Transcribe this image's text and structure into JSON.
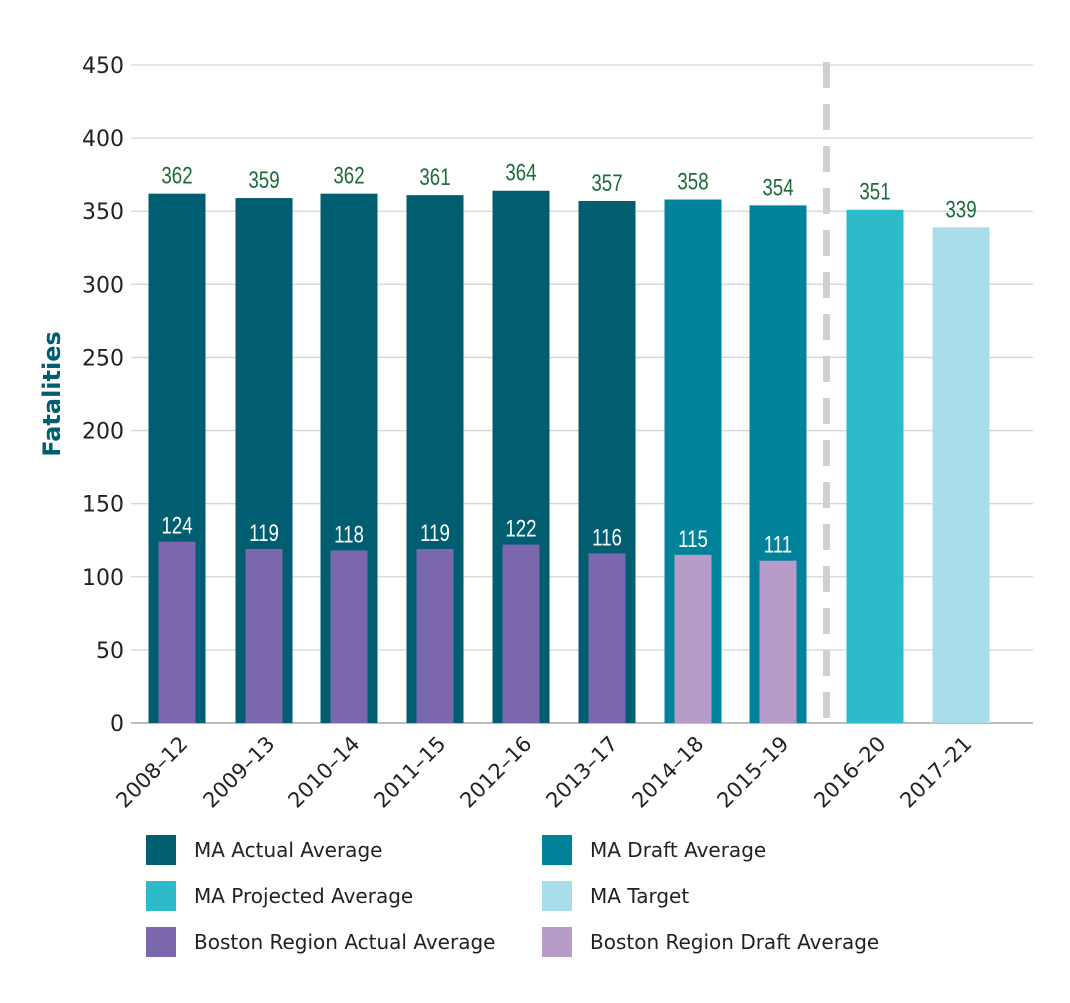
{
  "chart_data": {
    "type": "bar",
    "title": "",
    "xlabel": "",
    "ylabel": "Fatalities",
    "ylim": [
      0,
      450
    ],
    "yticks": [
      0,
      50,
      100,
      150,
      200,
      250,
      300,
      350,
      400,
      450
    ],
    "grid": true,
    "legend_position": "bottom",
    "categories": [
      "2008–12",
      "2009–13",
      "2010–14",
      "2011–15",
      "2012–16",
      "2013–17",
      "2014–18",
      "2015–19",
      "2016–20",
      "2017–21"
    ],
    "divider_after_category": "2015–19",
    "series": [
      {
        "name": "MA Actual Average",
        "color": "#005E70",
        "values": [
          362,
          359,
          362,
          361,
          364,
          357,
          null,
          null,
          null,
          null
        ]
      },
      {
        "name": "MA Draft Average",
        "color": "#00829A",
        "values": [
          null,
          null,
          null,
          null,
          null,
          null,
          358,
          354,
          null,
          null
        ]
      },
      {
        "name": "MA Projected Average",
        "color": "#2EBACB",
        "values": [
          null,
          null,
          null,
          null,
          null,
          null,
          null,
          null,
          351,
          null
        ]
      },
      {
        "name": "MA Target",
        "color": "#A9DDE9",
        "values": [
          null,
          null,
          null,
          null,
          null,
          null,
          null,
          null,
          null,
          339
        ]
      },
      {
        "name": "Boston Region Actual Average",
        "color": "#7B67AD",
        "values": [
          124,
          119,
          118,
          119,
          122,
          116,
          null,
          null,
          null,
          null
        ]
      },
      {
        "name": "Boston Region Draft Average",
        "color": "#B79CC9",
        "values": [
          null,
          null,
          null,
          null,
          null,
          null,
          115,
          111,
          null,
          null
        ]
      }
    ],
    "ma_label_color": "#1C6B3A",
    "boston_label_color": "#FFFFFF"
  }
}
